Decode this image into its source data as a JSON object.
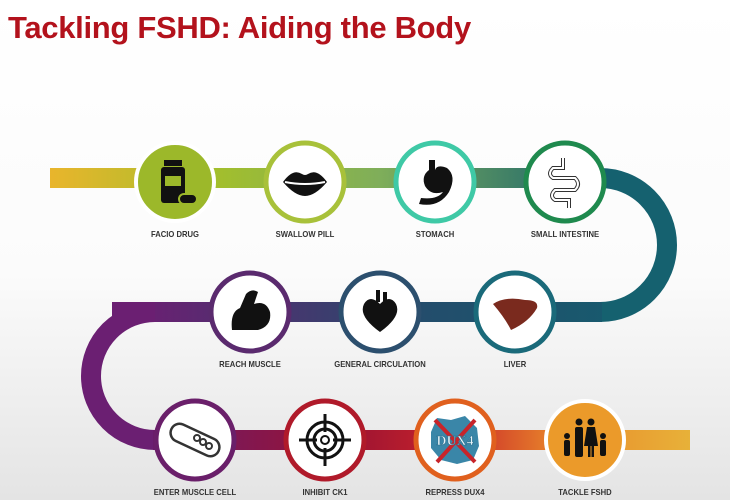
{
  "title": "Tackling FSHD: Aiding the Body",
  "steps": [
    {
      "label": "FACIO DRUG",
      "icon": "pill-bottle-icon",
      "color": "#9cb82a",
      "filled": true
    },
    {
      "label": "SWALLOW PILL",
      "icon": "lips-icon",
      "color": "#a8c13a",
      "filled": false
    },
    {
      "label": "STOMACH",
      "icon": "stomach-icon",
      "color": "#3fc9a6",
      "filled": false
    },
    {
      "label": "SMALL INTESTINE",
      "icon": "intestine-icon",
      "color": "#1f8a4e",
      "filled": false
    },
    {
      "label": "LIVER",
      "icon": "liver-icon",
      "color": "#1a6a7a",
      "filled": false
    },
    {
      "label": "GENERAL CIRCULATION",
      "icon": "heart-icon",
      "color": "#2c4f6e",
      "filled": false
    },
    {
      "label": "REACH  MUSCLE",
      "icon": "flexed-arm-icon",
      "color": "#5a2a6e",
      "filled": false
    },
    {
      "label": "ENTER MUSCLE CELL",
      "icon": "muscle-cell-icon",
      "color": "#6a1f6a",
      "filled": false
    },
    {
      "label": "INHIBIT CK1",
      "icon": "target-icon",
      "color": "#b01a2a",
      "filled": false
    },
    {
      "label": "REPRESS DUX4",
      "icon": "crossed-dux4-icon",
      "color": "#e0601e",
      "filled": false,
      "icon_text": "DUX4"
    },
    {
      "label": "TACKLE FSHD",
      "icon": "family-icon",
      "color": "#eb9a2a",
      "filled": true
    }
  ]
}
